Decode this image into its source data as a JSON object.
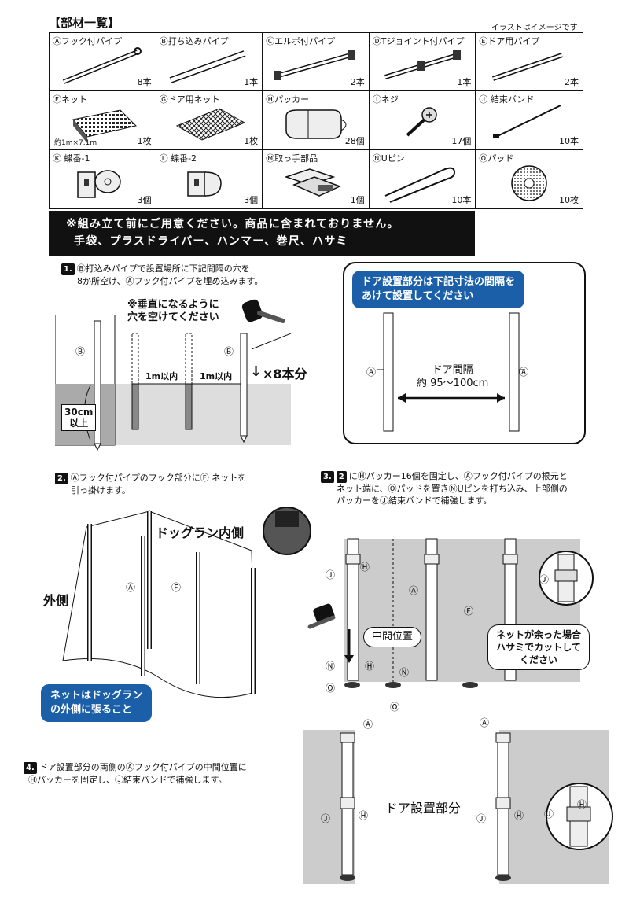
{
  "parts_title": "【部材一覧】",
  "illus_note": "イラストはイメージです",
  "parts": [
    {
      "label": "Ⓐフック付パイプ",
      "qty": "8本"
    },
    {
      "label": "Ⓑ打ち込みパイプ",
      "qty": "1本"
    },
    {
      "label": "Ⓒエルボ付パイプ",
      "qty": "2本"
    },
    {
      "label": "ⒹTジョイント付パイプ",
      "qty": "1本"
    },
    {
      "label": "Ⓔドア用パイプ",
      "qty": "2本"
    },
    {
      "label": "Ⓕネット",
      "qty": "1枚",
      "note": "約1m×7.1m"
    },
    {
      "label": "Ⓖドア用ネット",
      "qty": "1枚"
    },
    {
      "label": "Ⓗパッカー",
      "qty": "28個"
    },
    {
      "label": "Ⓘネジ",
      "qty": "17個"
    },
    {
      "label": "Ⓙ 結束バンド",
      "qty": "10本"
    },
    {
      "label": "Ⓚ 蝶番-1",
      "qty": "3個"
    },
    {
      "label": "Ⓛ 蝶番-2",
      "qty": "3個"
    },
    {
      "label": "Ⓜ取っ手部品",
      "qty": "1個"
    },
    {
      "label": "ⓃUピン",
      "qty": "10本"
    },
    {
      "label": "Ⓞパッド",
      "qty": "10枚"
    }
  ],
  "warning": {
    "line1": "※組み立て前にご用意ください。商品に含まれておりません。",
    "line2": "手袋、プラスドライバー、ハンマー、巻尺、ハサミ"
  },
  "step1": {
    "num": "1.",
    "line1": "Ⓑ打込みパイプで設置場所に下記間隔の穴を",
    "line2": "8か所空け、Ⓐフック付パイプを埋め込みます。",
    "vertical_note_1": "※垂直になるように",
    "vertical_note_2": "穴を空けてください",
    "b": "Ⓑ",
    "interval": "1m以内",
    "depth_1": "30cm",
    "depth_2": "以上",
    "times": "×8本分"
  },
  "door_callout": {
    "line1": "ドア設置部分は下記寸法の間隔を",
    "line2": "あけて設置してください",
    "a": "Ⓐ",
    "gap_1": "ドア間隔",
    "gap_2": "約 95～100cm"
  },
  "step2": {
    "num": "2.",
    "line1": "Ⓐフック付パイプのフック部分にⒻ ネットを",
    "line2": "引っ掛けます。",
    "inside": "ドッグラン内側",
    "outside": "外側",
    "a": "Ⓐ",
    "f": "Ⓕ",
    "note_1": "ネットはドッグラン",
    "note_2": "の外側に張ること"
  },
  "step3": {
    "num": "3.",
    "num2": "2",
    "line1": "にⒽパッカー16個を固定し、Ⓐフック付パイプの根元と",
    "line2": "ネット端に、Ⓞパッドを置きⓃUピンを打ち込み、上部側の",
    "line3": "パッカーをⒿ結束バンドで補強します。",
    "mid": "中間位置",
    "cut_1": "ネットが余った場合",
    "cut_2": "ハサミでカットして",
    "cut_3": "ください",
    "j": "Ⓙ",
    "h": "Ⓗ",
    "a": "Ⓐ",
    "f": "Ⓕ",
    "n": "Ⓝ",
    "o": "Ⓞ"
  },
  "step4": {
    "num": "4.",
    "line1": "ドア設置部分の両側のⒶフック付パイプの中間位置に",
    "line2": "Ⓗパッカーを固定し、Ⓙ結束バンドで補強します。",
    "door_area": "ドア設置部分",
    "a": "Ⓐ",
    "j": "Ⓙ",
    "h": "Ⓗ"
  }
}
